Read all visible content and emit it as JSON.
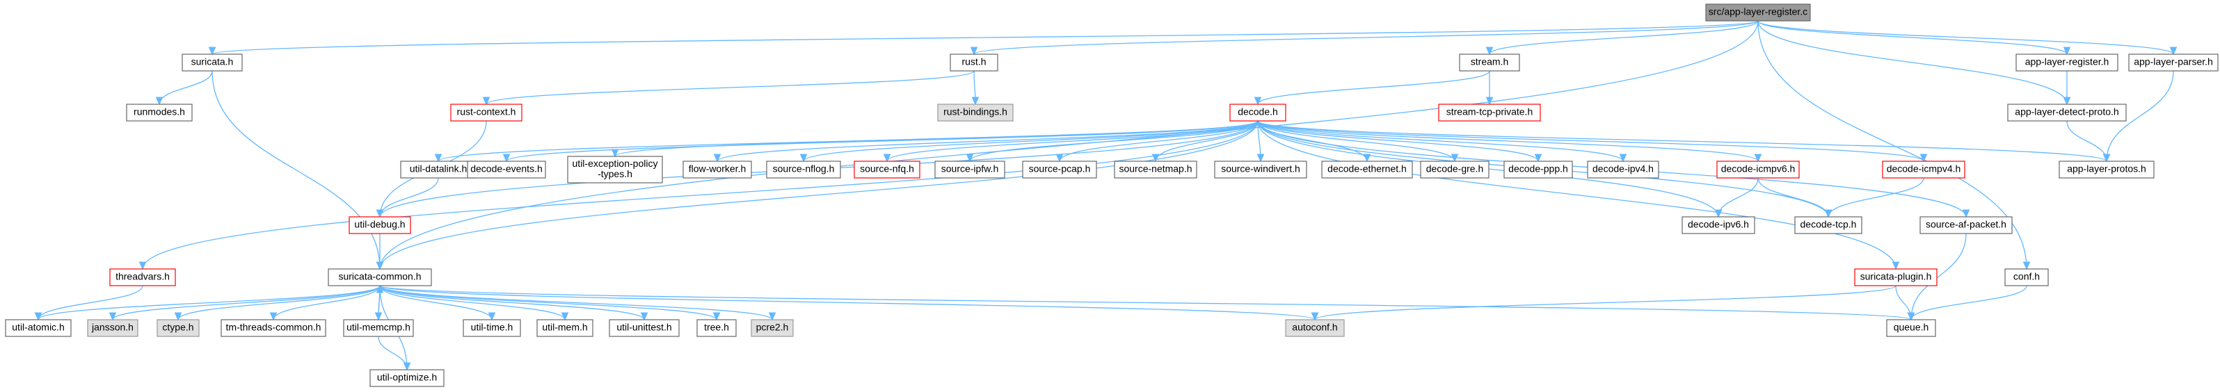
{
  "graph": {
    "edge_color": "#63b8ff",
    "nodes": {
      "root": {
        "label": "src/app-layer-register.c",
        "style": "root"
      },
      "suricata_h": {
        "label": "suricata.h",
        "style": "normal"
      },
      "rust_h": {
        "label": "rust.h",
        "style": "normal"
      },
      "stream_h": {
        "label": "stream.h",
        "style": "normal"
      },
      "alr_h": {
        "label": "app-layer-register.h",
        "style": "normal"
      },
      "alp_h": {
        "label": "app-layer-parser.h",
        "style": "normal"
      },
      "runmodes_h": {
        "label": "runmodes.h",
        "style": "normal"
      },
      "rust_context_h": {
        "label": "rust-context.h",
        "style": "red"
      },
      "rust_bindings_h": {
        "label": "rust-bindings.h",
        "style": "gray"
      },
      "stream_tcp_private_h": {
        "label": "stream-tcp-private.h",
        "style": "red"
      },
      "aldp_h": {
        "label": "app-layer-detect-proto.h",
        "style": "normal"
      },
      "decode_h": {
        "label": "decode.h",
        "style": "red"
      },
      "util_datalink_h": {
        "label": "util-datalink.h",
        "style": "normal"
      },
      "decode_events_h": {
        "label": "decode-events.h",
        "style": "normal"
      },
      "util_exc_h": {
        "label": "util-exception-policy\n-types.h",
        "style": "normal"
      },
      "flow_worker_h": {
        "label": "flow-worker.h",
        "style": "normal"
      },
      "source_nflog_h": {
        "label": "source-nflog.h",
        "style": "normal"
      },
      "source_nfq_h": {
        "label": "source-nfq.h",
        "style": "red"
      },
      "source_ipfw_h": {
        "label": "source-ipfw.h",
        "style": "normal"
      },
      "source_pcap_h": {
        "label": "source-pcap.h",
        "style": "normal"
      },
      "source_netmap_h": {
        "label": "source-netmap.h",
        "style": "normal"
      },
      "source_windivert_h": {
        "label": "source-windivert.h",
        "style": "normal"
      },
      "decode_ethernet_h": {
        "label": "decode-ethernet.h",
        "style": "normal"
      },
      "decode_gre_h": {
        "label": "decode-gre.h",
        "style": "normal"
      },
      "decode_ppp_h": {
        "label": "decode-ppp.h",
        "style": "normal"
      },
      "decode_ipv4_h": {
        "label": "decode-ipv4.h",
        "style": "normal"
      },
      "decode_icmpv6_h": {
        "label": "decode-icmpv6.h",
        "style": "red"
      },
      "decode_icmpv4_h": {
        "label": "decode-icmpv4.h",
        "style": "red"
      },
      "app_layer_protos_h": {
        "label": "app-layer-protos.h",
        "style": "normal"
      },
      "util_debug_h": {
        "label": "util-debug.h",
        "style": "red"
      },
      "decode_ipv6_h": {
        "label": "decode-ipv6.h",
        "style": "normal"
      },
      "decode_tcp_h": {
        "label": "decode-tcp.h",
        "style": "normal"
      },
      "source_af_packet_h": {
        "label": "source-af-packet.h",
        "style": "normal"
      },
      "threadvars_h": {
        "label": "threadvars.h",
        "style": "red"
      },
      "suricata_common_h": {
        "label": "suricata-common.h",
        "style": "normal"
      },
      "suricata_plugin_h": {
        "label": "suricata-plugin.h",
        "style": "red"
      },
      "conf_h": {
        "label": "conf.h",
        "style": "normal"
      },
      "util_atomic_h": {
        "label": "util-atomic.h",
        "style": "normal"
      },
      "jansson_h": {
        "label": "jansson.h",
        "style": "gray"
      },
      "ctype_h": {
        "label": "ctype.h",
        "style": "gray"
      },
      "tm_threads_common_h": {
        "label": "tm-threads-common.h",
        "style": "normal"
      },
      "util_memcmp_h": {
        "label": "util-memcmp.h",
        "style": "normal"
      },
      "util_time_h": {
        "label": "util-time.h",
        "style": "normal"
      },
      "util_mem_h": {
        "label": "util-mem.h",
        "style": "normal"
      },
      "util_unittest_h": {
        "label": "util-unittest.h",
        "style": "normal"
      },
      "tree_h": {
        "label": "tree.h",
        "style": "normal"
      },
      "pcre2_h": {
        "label": "pcre2.h",
        "style": "gray"
      },
      "autoconf_h": {
        "label": "autoconf.h",
        "style": "gray"
      },
      "queue_h": {
        "label": "queue.h",
        "style": "normal"
      },
      "util_optimize_h": {
        "label": "util-optimize.h",
        "style": "normal"
      }
    },
    "edges": [
      [
        "root",
        "suricata_h"
      ],
      [
        "root",
        "rust_h"
      ],
      [
        "root",
        "stream_h"
      ],
      [
        "root",
        "alr_h"
      ],
      [
        "root",
        "alp_h"
      ],
      [
        "root",
        "aldp_h"
      ],
      [
        "root",
        "suricata_common_h"
      ],
      [
        "root",
        "conf_h"
      ],
      [
        "suricata_h",
        "runmodes_h"
      ],
      [
        "suricata_h",
        "suricata_common_h"
      ],
      [
        "rust_h",
        "rust_context_h"
      ],
      [
        "rust_h",
        "rust_bindings_h"
      ],
      [
        "rust_context_h",
        "util_debug_h"
      ],
      [
        "stream_h",
        "stream_tcp_private_h"
      ],
      [
        "stream_h",
        "decode_h"
      ],
      [
        "alr_h",
        "aldp_h"
      ],
      [
        "aldp_h",
        "app_layer_protos_h"
      ],
      [
        "alp_h",
        "app_layer_protos_h"
      ],
      [
        "decode_h",
        "threadvars_h"
      ],
      [
        "decode_h",
        "suricata_common_h"
      ],
      [
        "decode_h",
        "util_debug_h"
      ],
      [
        "decode_h",
        "util_datalink_h"
      ],
      [
        "decode_h",
        "decode_events_h"
      ],
      [
        "decode_h",
        "util_exc_h"
      ],
      [
        "decode_h",
        "flow_worker_h"
      ],
      [
        "decode_h",
        "source_nflog_h"
      ],
      [
        "decode_h",
        "source_nfq_h"
      ],
      [
        "decode_h",
        "source_ipfw_h"
      ],
      [
        "decode_h",
        "source_pcap_h"
      ],
      [
        "decode_h",
        "source_netmap_h"
      ],
      [
        "decode_h",
        "source_windivert_h"
      ],
      [
        "decode_h",
        "decode_ethernet_h"
      ],
      [
        "decode_h",
        "decode_gre_h"
      ],
      [
        "decode_h",
        "decode_ppp_h"
      ],
      [
        "decode_h",
        "decode_ipv4_h"
      ],
      [
        "decode_h",
        "decode_icmpv6_h"
      ],
      [
        "decode_h",
        "decode_icmpv4_h"
      ],
      [
        "decode_h",
        "decode_ipv6_h"
      ],
      [
        "decode_h",
        "decode_tcp_h"
      ],
      [
        "decode_h",
        "app_layer_protos_h"
      ],
      [
        "decode_h",
        "source_af_packet_h"
      ],
      [
        "decode_h",
        "suricata_plugin_h"
      ],
      [
        "util_datalink_h",
        "util_debug_h"
      ],
      [
        "util_debug_h",
        "suricata_common_h"
      ],
      [
        "decode_icmpv6_h",
        "decode_ipv6_h"
      ],
      [
        "decode_icmpv6_h",
        "decode_tcp_h"
      ],
      [
        "decode_icmpv4_h",
        "decode_tcp_h"
      ],
      [
        "source_af_packet_h",
        "queue_h"
      ],
      [
        "suricata_plugin_h",
        "autoconf_h"
      ],
      [
        "suricata_plugin_h",
        "queue_h"
      ],
      [
        "conf_h",
        "queue_h"
      ],
      [
        "threadvars_h",
        "util_atomic_h"
      ],
      [
        "suricata_common_h",
        "util_atomic_h"
      ],
      [
        "suricata_common_h",
        "jansson_h"
      ],
      [
        "suricata_common_h",
        "ctype_h"
      ],
      [
        "suricata_common_h",
        "tm_threads_common_h"
      ],
      [
        "suricata_common_h",
        "util_memcmp_h"
      ],
      [
        "suricata_common_h",
        "util_time_h"
      ],
      [
        "suricata_common_h",
        "util_mem_h"
      ],
      [
        "suricata_common_h",
        "util_unittest_h"
      ],
      [
        "suricata_common_h",
        "tree_h"
      ],
      [
        "suricata_common_h",
        "pcre2_h"
      ],
      [
        "suricata_common_h",
        "autoconf_h"
      ],
      [
        "suricata_common_h",
        "queue_h"
      ],
      [
        "suricata_common_h",
        "util_optimize_h"
      ],
      [
        "util_memcmp_h",
        "suricata_common_h"
      ],
      [
        "util_memcmp_h",
        "util_optimize_h"
      ]
    ]
  }
}
